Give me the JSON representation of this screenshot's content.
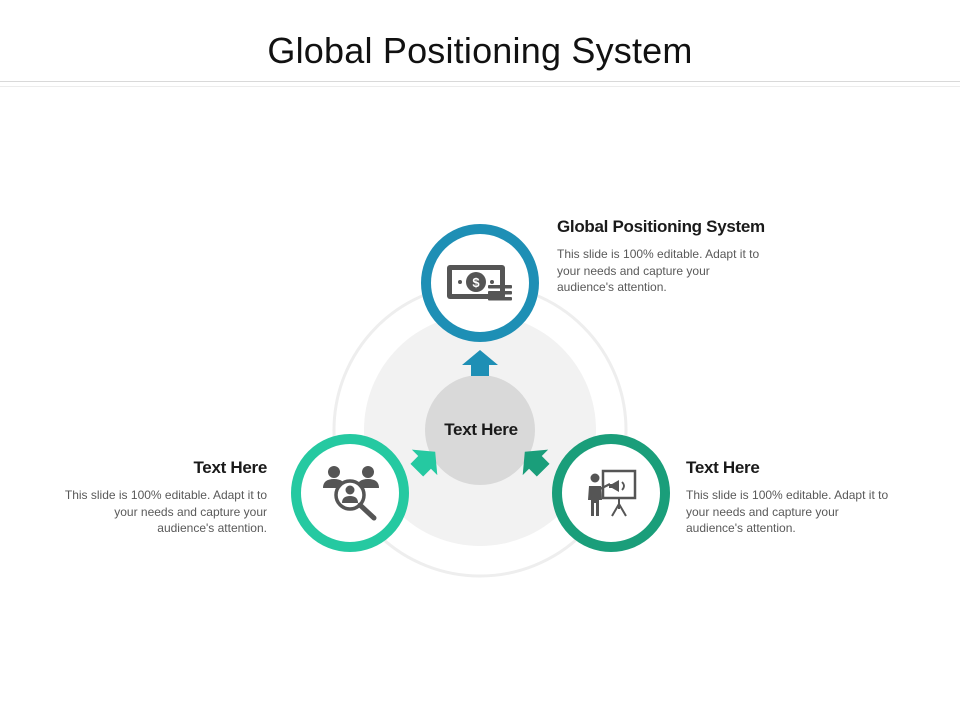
{
  "slide": {
    "title": "Global Positioning System",
    "center_label": "Text Here"
  },
  "nodes": [
    {
      "id": "top",
      "heading": "Global Positioning System",
      "body": "This slide is 100% editable. Adapt it to your needs and capture your audience's attention.",
      "icon": "money-bill-icon",
      "color": "#1e8fb5"
    },
    {
      "id": "left",
      "heading": "Text Here",
      "body": "This slide is 100% editable. Adapt it to your needs and capture your audience's attention.",
      "icon": "user-search-icon",
      "color": "#25c9a1"
    },
    {
      "id": "right",
      "heading": "Text Here",
      "body": "This slide is 100% editable. Adapt it to your needs and capture your audience's attention.",
      "icon": "presenter-board-icon",
      "color": "#1a9e7a"
    }
  ],
  "colors": {
    "icon": "#555555",
    "hub": "#d9d9d9",
    "inner_disc": "#f2f2f2",
    "outer_ring": "#eeeeee"
  }
}
